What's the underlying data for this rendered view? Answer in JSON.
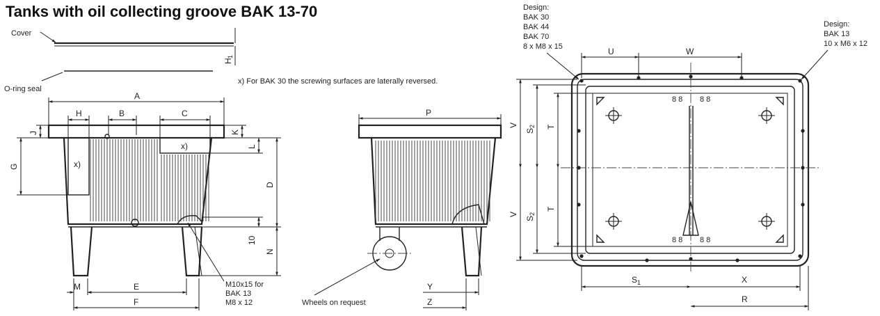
{
  "title": "Tanks with oil collecting groove BAK 13-70",
  "labels": {
    "cover": "Cover",
    "oring": "O-ring seal",
    "note": "x) For BAK 30 the screwing surfaces are laterally reversed.",
    "x_mark": "x)",
    "m10_line1": "M10x15 for",
    "m10_line2": "BAK 13",
    "m10_line3": "M8 x 12",
    "wheels": "Wheels on request",
    "design_left": [
      "Design:",
      "BAK 30",
      "BAK 44",
      "BAK 70",
      "8 x M8 x 15"
    ],
    "design_right": [
      "Design:",
      "BAK 13",
      "10 x M6 x 12"
    ]
  },
  "dims": {
    "A": "A",
    "B": "B",
    "C": "C",
    "D": "D",
    "E": "E",
    "F": "F",
    "G": "G",
    "H": "H",
    "H1": "H",
    "H1_sub": "1",
    "J": "J",
    "K": "K",
    "L": "L",
    "M": "M",
    "N": "N",
    "ten": "10",
    "P": "P",
    "Y": "Y",
    "Z": "Z",
    "U": "U",
    "W": "W",
    "V": "V",
    "S": "S",
    "S_sub": "2",
    "T": "T",
    "S1": "S",
    "S1_sub": "1",
    "X": "X",
    "R": "R"
  }
}
